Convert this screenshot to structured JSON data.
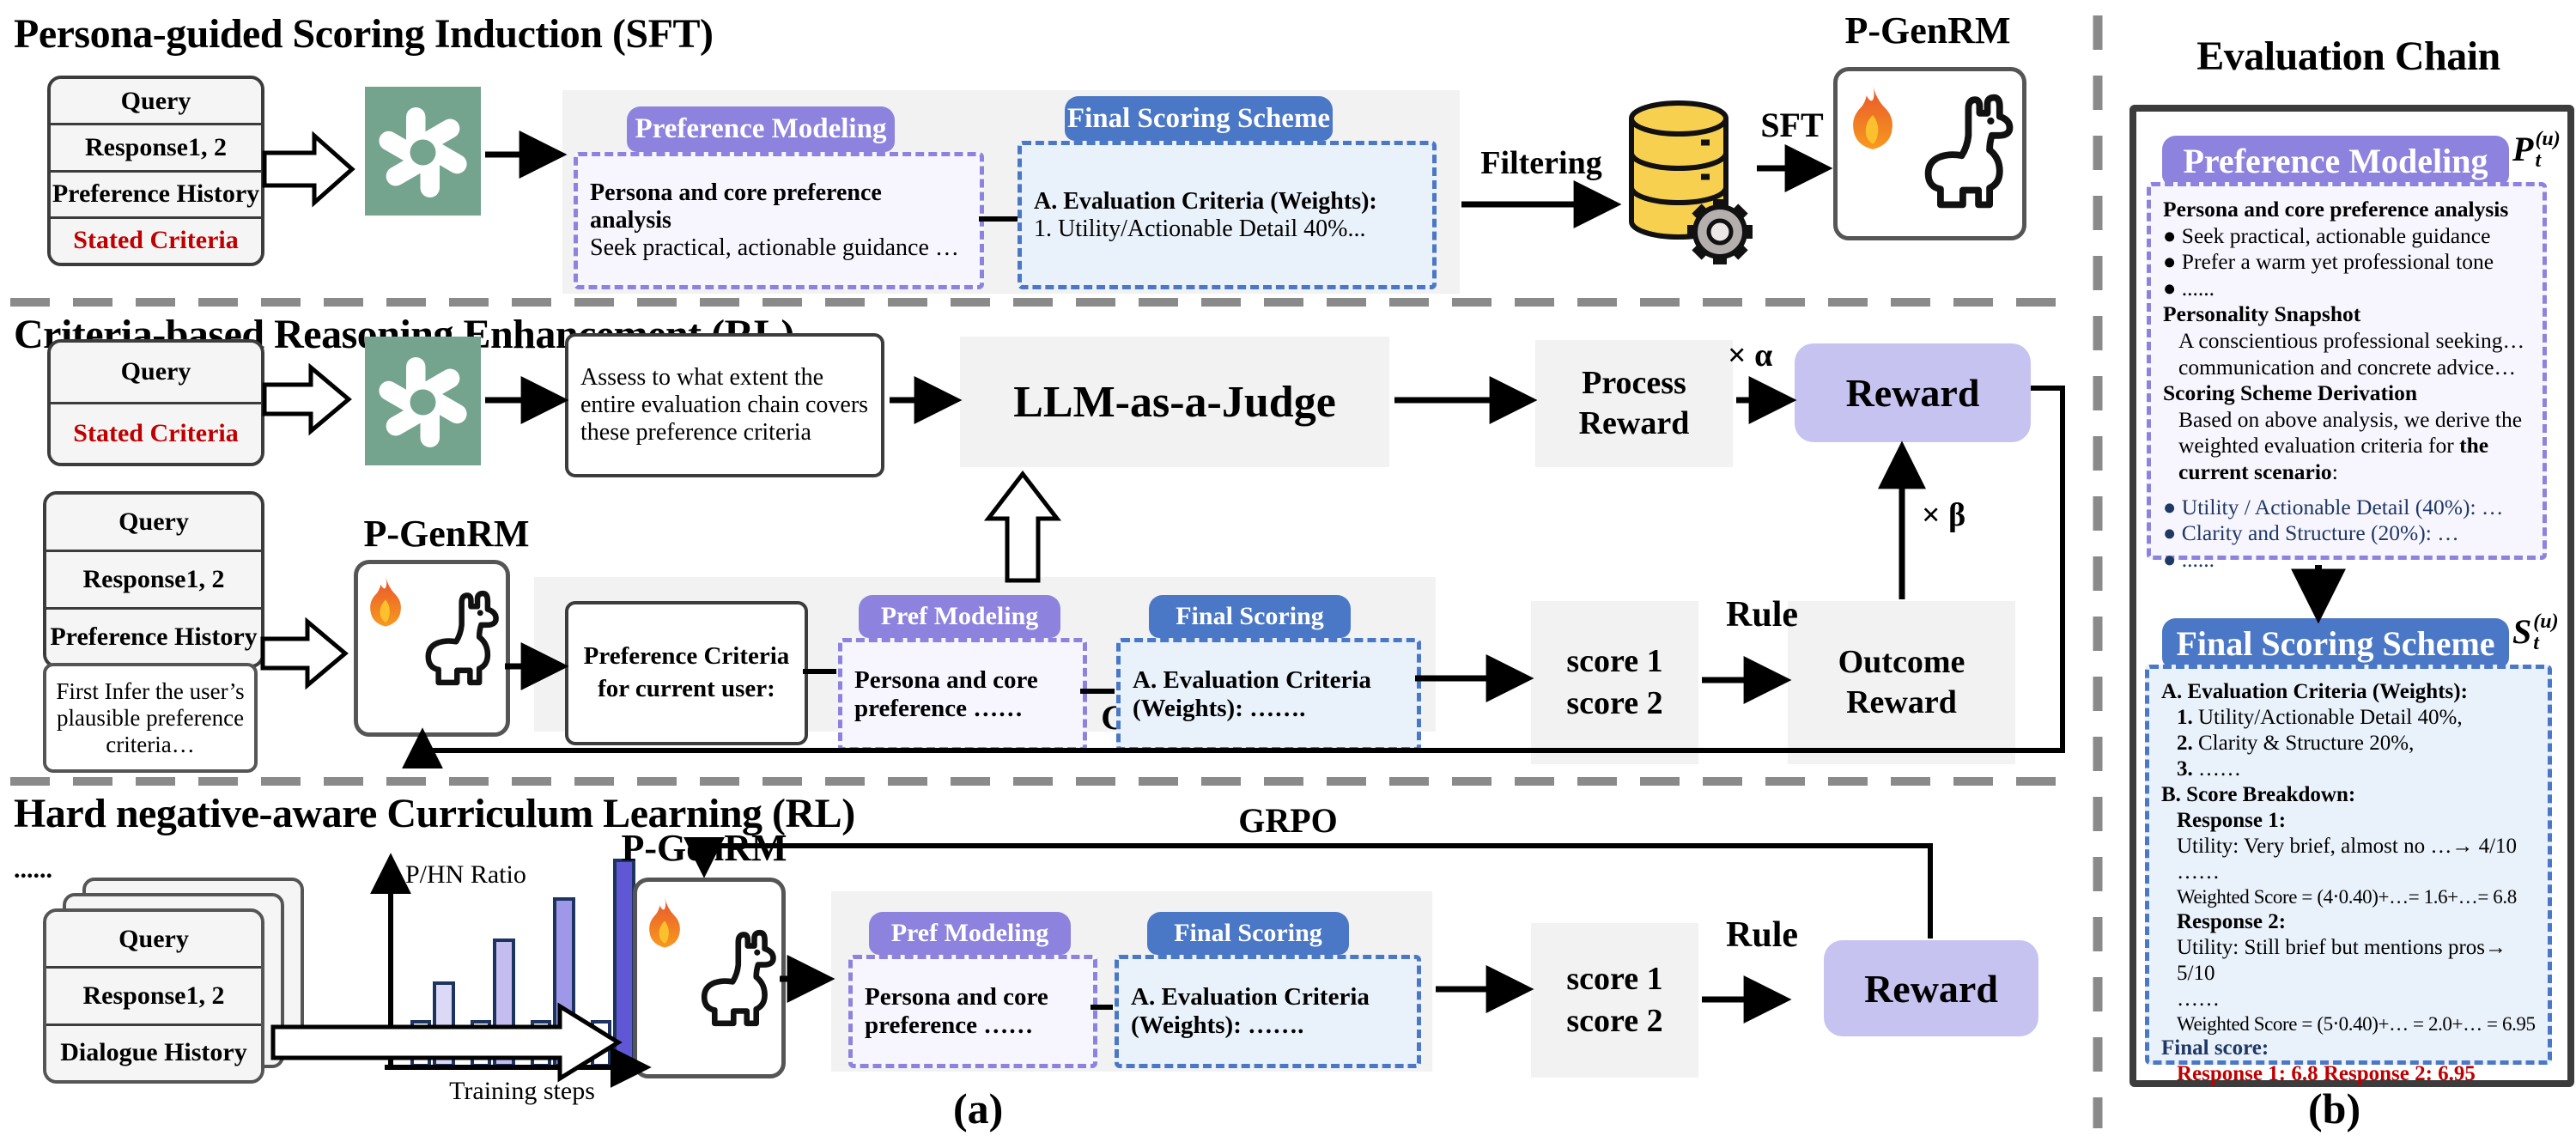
{
  "labels": {
    "a": "(a)",
    "b": "(b)"
  },
  "colors": {
    "purple_header": "#8d83de",
    "purple_fill": "#f7f5fd",
    "blue_header": "#4a77c6",
    "blue_fill": "#e9f1fb",
    "reward_fill": "#c7c3f1",
    "gray_box": "#f2f2f2",
    "red_text": "#c00000",
    "navy_text": "#1f3864",
    "gpt_green": "#74a38e",
    "db_yellow": "#f8d04f"
  },
  "section_sft": {
    "title": "Persona-guided Scoring Induction (SFT)",
    "input_stack": {
      "rows": [
        "Query",
        "Response1, 2",
        "Preference History",
        "Stated Criteria"
      ]
    },
    "pref_modeling": {
      "header": "Preference Modeling",
      "line1": "Persona and core preference analysis",
      "line2": "Seek practical, actionable guidance …"
    },
    "final_scheme": {
      "header": "Final Scoring Scheme",
      "line1": "A. Evaluation Criteria (Weights):",
      "line2_num": "1.",
      "line2": " Utility/Actionable Detail 40%..."
    },
    "filtering_label": "Filtering",
    "sft_label": "SFT",
    "pgenrm_title": "P-GenRM"
  },
  "section_rl": {
    "title": "Criteria-based Reasoning Enhancement (RL)",
    "input_stack_top": {
      "rows": [
        "Query",
        "Stated Criteria"
      ]
    },
    "assess_text": "Assess to what extent the entire evaluation chain covers these preference criteria",
    "judge_label": "LLM-as-a-Judge",
    "process_reward": {
      "line1": "Process",
      "line2": "Reward"
    },
    "alpha_label": "× α",
    "beta_label": "× β",
    "reward_label": "Reward",
    "input_stack_bottom": {
      "rows": [
        "Query",
        "Response1, 2",
        "Preference History"
      ]
    },
    "first_infer": "First Infer the user’s plausible preference criteria…",
    "pgenrm_title": "P-GenRM",
    "pref_criteria": {
      "line1": "Preference Criteria",
      "line2": "for current user:"
    },
    "pref_modeling": {
      "header": "Pref Modeling",
      "line1": "Persona and core",
      "line2": "preference ……"
    },
    "final_scoring": {
      "header": "Final Scoring",
      "line1": "A. Evaluation Criteria",
      "line2": "(Weights): ……."
    },
    "scores": {
      "line1": "score 1",
      "line2": "score 2"
    },
    "rule_label": "Rule",
    "outcome_reward": {
      "line1": "Outcome",
      "line2": "Reward"
    },
    "grpo_label": "GRPO"
  },
  "section_cl": {
    "title": "Hard negative-aware Curriculum Learning (RL)",
    "ellipsis": "......",
    "cards": {
      "rows": [
        "Query",
        "Response1, 2",
        "Dialogue History"
      ]
    },
    "pgenrm_title": "P-GenRM",
    "pref_modeling": {
      "header": "Pref Modeling",
      "line1": "Persona and core",
      "line2": "preference ……"
    },
    "final_scoring": {
      "header": "Final Scoring",
      "line1": "A. Evaluation Criteria",
      "line2": "(Weights): ……."
    },
    "scores": {
      "line1": "score 1",
      "line2": "score 2"
    },
    "rule_label": "Rule",
    "reward_label": "Reward",
    "grpo_label": "GRPO"
  },
  "chart_data": {
    "type": "bar",
    "title": "",
    "xlabel": "Training steps",
    "ylabel": "P/HN Ratio",
    "categories": [
      "",
      "",
      "",
      ""
    ],
    "series": [
      {
        "name": "white-bar",
        "values": [
          0.22,
          0.22,
          0.22,
          0.22
        ]
      },
      {
        "name": "purple-bar",
        "values": [
          0.4,
          0.6,
          0.79,
          0.97
        ]
      }
    ],
    "ylim": [
      0,
      1
    ],
    "grid": false,
    "legend": "none",
    "white_bar_color": "#ffffff",
    "purple_bar_colors": [
      "#dcd9f7",
      "#c3bdf0",
      "#9f98e8",
      "#5f57d4"
    ]
  },
  "eval_chain": {
    "title": "Evaluation Chain",
    "pm": {
      "header": "Preference Modeling",
      "math": {
        "var": "P",
        "sup": "(u)",
        "sub": "t"
      },
      "lines": [
        {
          "c": "b",
          "t": "Persona and core preference analysis"
        },
        {
          "t": "● Seek practical, actionable guidance"
        },
        {
          "t": "● Prefer a warm yet professional tone"
        },
        {
          "t": "● ......"
        },
        {
          "c": "b",
          "t": "Personality Snapshot"
        },
        {
          "c": "ind",
          "t": "A conscientious professional seeking…"
        },
        {
          "c": "ind",
          "t": "communication and concrete advice…"
        },
        {
          "c": "b",
          "t": "Scoring Scheme Derivation"
        },
        {
          "c": "ind",
          "t": "Based on above analysis, we derive the"
        },
        {
          "c": "ind",
          "parts": [
            {
              "t": "weighted evaluation criteria for "
            },
            {
              "t": "the",
              "b": true
            }
          ]
        },
        {
          "c": "ind",
          "parts": [
            {
              "t": "current scenario",
              "b": true
            },
            {
              "t": ":"
            }
          ]
        },
        {
          "c": "navy gap",
          "t": "●  Utility / Actionable Detail (40%): …"
        },
        {
          "c": "navy",
          "t": "●  Clarity and Structure (20%): …"
        },
        {
          "c": "navy",
          "t": "●  ......"
        }
      ]
    },
    "fs": {
      "header": "Final Scoring Scheme",
      "math": {
        "var": "S",
        "sup": "(u)",
        "sub": "t"
      },
      "lines": [
        {
          "c": "b",
          "t": "A. Evaluation Criteria (Weights):"
        },
        {
          "c": "ind",
          "parts": [
            {
              "t": "1.",
              "b": true
            },
            {
              "t": " Utility/Actionable Detail 40%,"
            }
          ]
        },
        {
          "c": "ind",
          "parts": [
            {
              "t": "2.",
              "b": true
            },
            {
              "t": " Clarity & Structure 20%,"
            }
          ]
        },
        {
          "c": "ind",
          "parts": [
            {
              "t": "3.",
              "b": true
            },
            {
              "t": " ……"
            }
          ]
        },
        {
          "c": "b",
          "t": "B. Score Breakdown:"
        },
        {
          "c": "b ind",
          "t": "Response 1:"
        },
        {
          "c": "ind",
          "t": "Utility: Very brief, almost no …→ 4/10"
        },
        {
          "c": "ind",
          "t": "……"
        },
        {
          "c": "ind sm",
          "t": "Weighted Score = (4‧0.40)+…= 1.6+…= 6.8"
        },
        {
          "c": "b ind",
          "t": "Response 2:"
        },
        {
          "c": "ind",
          "t": "Utility: Still brief but mentions pros→ 5/10"
        },
        {
          "c": "ind",
          "t": "……"
        },
        {
          "c": "ind sm",
          "t": "Weighted Score = (5‧0.40)+… = 2.0+… = 6.95"
        },
        {
          "c": "navy b",
          "t": "Final score:"
        },
        {
          "c": "red b ind",
          "t": "Response 1: 6.8   Response 2: 6.95"
        }
      ]
    }
  }
}
